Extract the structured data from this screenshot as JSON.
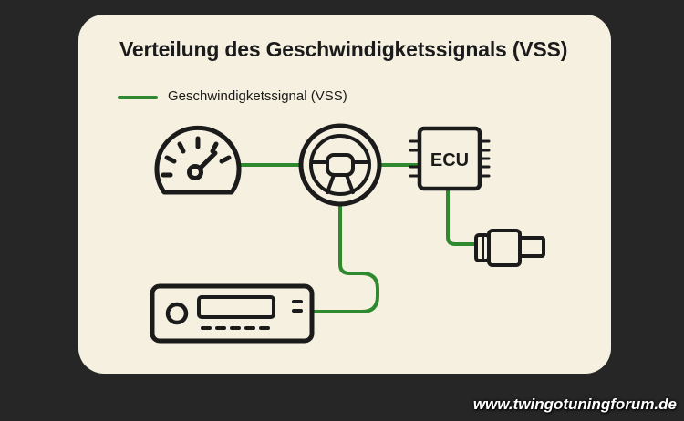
{
  "title": "Verteilung des Geschwindigketssignals (VSS)",
  "legend": {
    "label": "Geschwindigketssignal (VSS)",
    "color": "#2f8a2f"
  },
  "nodes": {
    "speedometer": {
      "icon": "speedometer-icon"
    },
    "steering_wheel": {
      "icon": "steering-wheel-icon"
    },
    "ecu": {
      "icon": "ecu-chip-icon",
      "label": "ECU"
    },
    "sensor": {
      "icon": "speed-sensor-icon"
    },
    "radio": {
      "icon": "car-radio-icon"
    }
  },
  "watermark": "www.twingotuningforum.de"
}
